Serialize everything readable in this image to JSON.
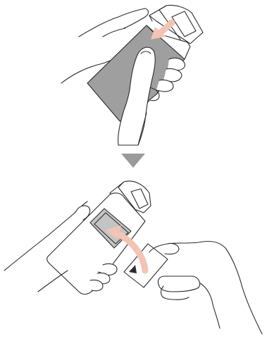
{
  "figure": {
    "steps": [
      {
        "id": "step-1",
        "action": "slide-cover-off",
        "arrow_color": "#f2c4b5"
      },
      {
        "id": "step-2",
        "action": "insert-card",
        "arrow_color": "#f2c4b5"
      }
    ],
    "separator_icon": "down-triangle-icon",
    "colors": {
      "cover_fill": "#9f9f9f",
      "slot_fill": "#c4c4c4",
      "separator": "#9a9a9a",
      "ink": "#2b2b2b"
    }
  }
}
